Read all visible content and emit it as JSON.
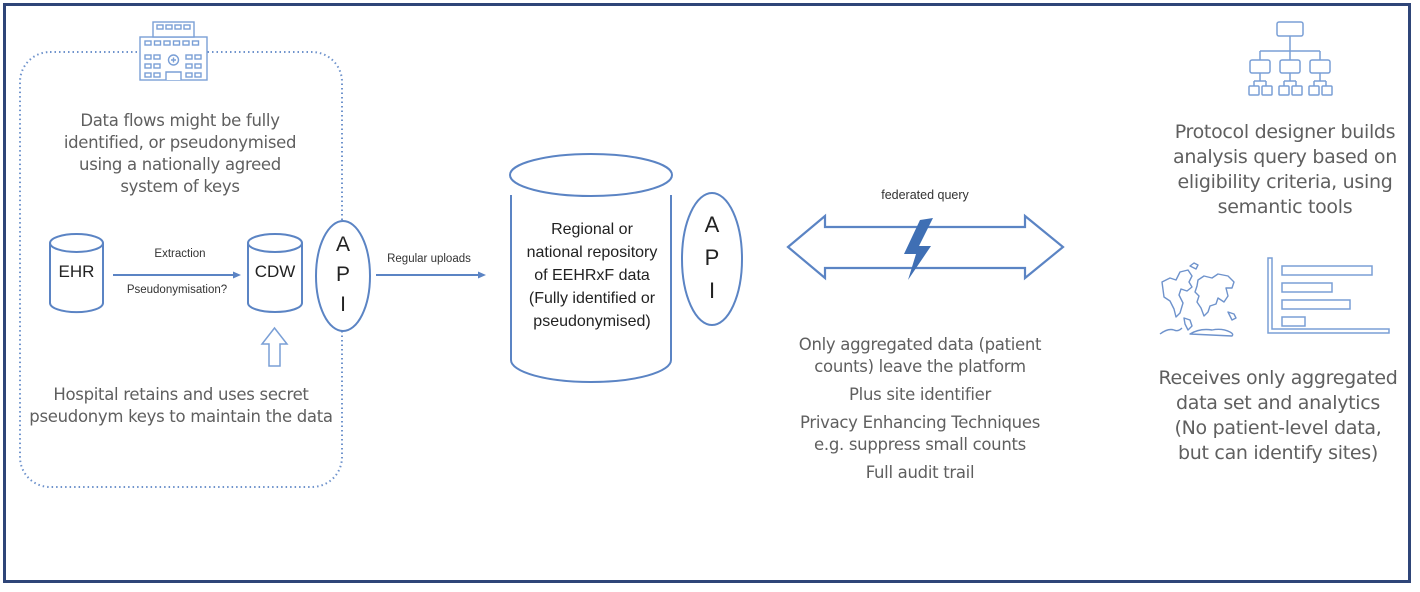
{
  "diagram": {
    "hospital": {
      "icon": "hospital-building-icon",
      "flows_note": "Data flows might be fully identified, or pseudonymised using a nationally agreed system of keys",
      "flows_note_lines": [
        "Data flows might be fully",
        "identified, or pseudonymised",
        "using a nationally agreed",
        "system of keys"
      ],
      "ehr_label": "EHR",
      "cdw_label": "CDW",
      "extraction_label": "Extraction",
      "pseudonymisation_label": "Pseudonymisation?",
      "api_letters": [
        "A",
        "P",
        "I"
      ],
      "keys_note_lines": [
        "Hospital retains and uses secret",
        "pseudonym keys to maintain the data"
      ]
    },
    "upload_label": "Regular uploads",
    "repository": {
      "label_lines": [
        "Regional or",
        "national repository",
        "of EEHRxF data",
        "(Fully identified or",
        "pseudonymised)"
      ],
      "api_letters": [
        "A",
        "P",
        "I"
      ]
    },
    "federated": {
      "label": "federated query",
      "icon": "lightning-icon",
      "notes": [
        [
          "Only aggregated data (patient",
          "counts) leave the platform"
        ],
        [
          "Plus site identifier"
        ],
        [
          "Privacy Enhancing Techniques",
          "e.g. suppress small counts"
        ],
        [
          "Full audit trail"
        ]
      ]
    },
    "researcher": {
      "icon_hierarchy": "hierarchy-icon",
      "protocol_lines": [
        "Protocol designer builds",
        "analysis query based on",
        "eligibility criteria, using",
        "semantic tools"
      ],
      "icon_map": "world-map-icon",
      "icon_chart": "bar-chart-icon",
      "chart_icon_bars": [
        1.0,
        0.55,
        0.75,
        0.25
      ],
      "receives_lines": [
        "Receives only aggregated",
        "data set and analytics",
        "(No patient-level data,",
        "but can identify sites)"
      ]
    },
    "colors": {
      "frame": "#2f4578",
      "shape_stroke": "#5b84c4",
      "icon_stroke": "#7a9fd6",
      "bolt_fill": "#3f6fb4",
      "text_gray": "#5f5f5f"
    }
  }
}
